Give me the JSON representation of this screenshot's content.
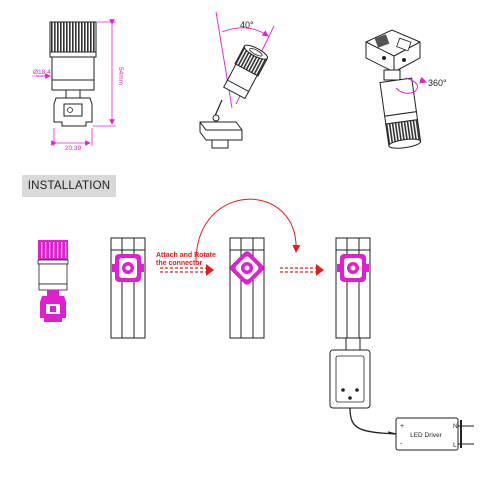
{
  "top_row": {
    "dimension_diameter": "Ø18.4",
    "dimension_height": "54mm",
    "dimension_width": "20.39",
    "tilt_angle": "40°",
    "rotation_angle": "360°"
  },
  "section": {
    "title": "INSTALLATION"
  },
  "steps": {
    "instruction_line1": "Attach and Rotate",
    "instruction_line2": "the connector"
  },
  "driver": {
    "label": "LED Driver",
    "plus": "+",
    "minus": "-",
    "terminal_n": "N",
    "terminal_l": "L"
  },
  "colors": {
    "accent_magenta": "#e020d0",
    "accent_red": "#e02020",
    "line": "#222222",
    "banner_bg": "#d9d9d9"
  }
}
